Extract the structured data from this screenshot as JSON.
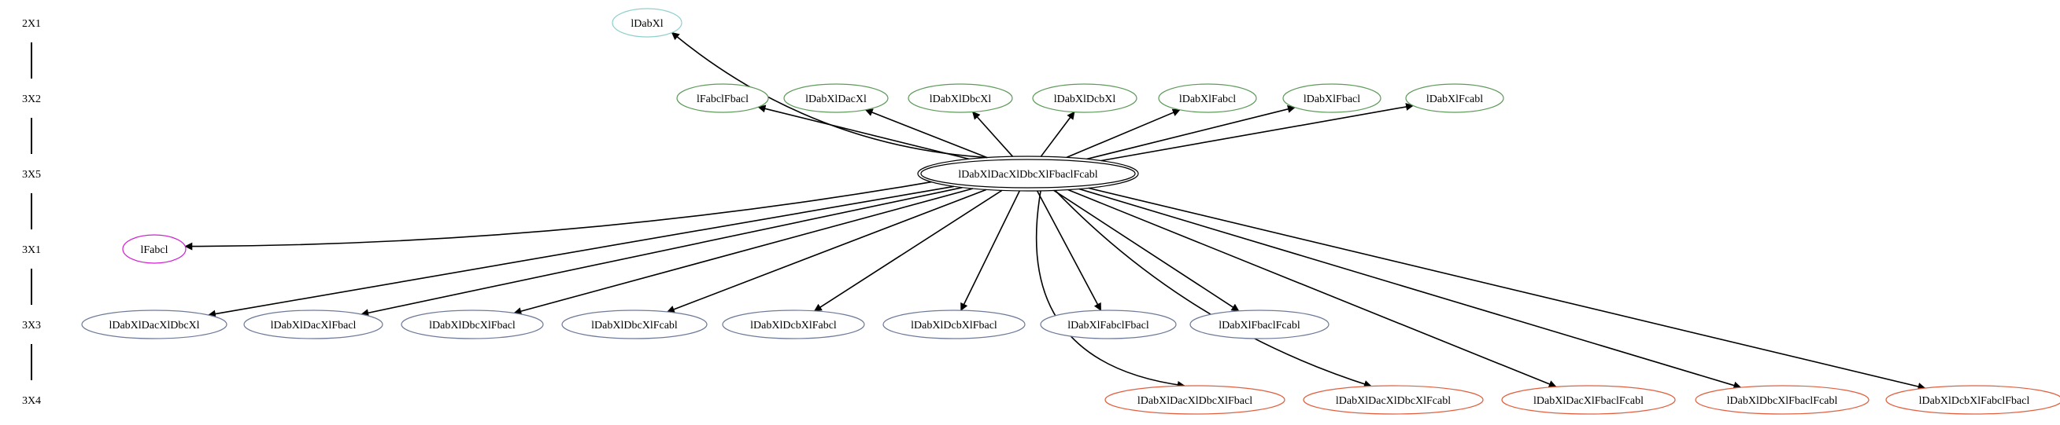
{
  "colors": {
    "teal": "#8fd0cc",
    "green": "#5e9a5a",
    "black": "#000000",
    "magenta": "#d020d0",
    "slate": "#6d7a98",
    "coral": "#e06040"
  },
  "ranks": [
    {
      "id": "r0",
      "label": "2X1"
    },
    {
      "id": "r1",
      "label": "3X2"
    },
    {
      "id": "r2",
      "label": "3X5"
    },
    {
      "id": "r3",
      "label": "3X1"
    },
    {
      "id": "r4",
      "label": "3X3"
    },
    {
      "id": "r5",
      "label": "3X4"
    }
  ],
  "nodes": [
    {
      "id": "n_dabx",
      "label": "lDabXl",
      "rank": 0,
      "color": "teal"
    },
    {
      "id": "n_fabcl_fbacl",
      "label": "lFabclFbacl",
      "rank": 1,
      "color": "green"
    },
    {
      "id": "n_dabx_dacx",
      "label": "lDabXlDacXl",
      "rank": 1,
      "color": "green"
    },
    {
      "id": "n_dabx_dbcx",
      "label": "lDabXlDbcXl",
      "rank": 1,
      "color": "green"
    },
    {
      "id": "n_dabx_dcbx",
      "label": "lDabXlDcbXl",
      "rank": 1,
      "color": "green"
    },
    {
      "id": "n_dabx_fabcl",
      "label": "lDabXlFabcl",
      "rank": 1,
      "color": "green"
    },
    {
      "id": "n_dabx_fbacl",
      "label": "lDabXlFbacl",
      "rank": 1,
      "color": "green"
    },
    {
      "id": "n_dabx_fcabl",
      "label": "lDabXlFcabl",
      "rank": 1,
      "color": "green"
    },
    {
      "id": "n_center",
      "label": "lDabXlDacXlDbcXlFbaclFcabl",
      "rank": 2,
      "color": "black",
      "double": true
    },
    {
      "id": "n_fabcl",
      "label": "lFabcl",
      "rank": 3,
      "color": "magenta"
    },
    {
      "id": "n_dabx_dacx_dbcx",
      "label": "lDabXlDacXlDbcXl",
      "rank": 4,
      "color": "slate"
    },
    {
      "id": "n_dabx_dacx_fbacl",
      "label": "lDabXlDacXlFbacl",
      "rank": 4,
      "color": "slate"
    },
    {
      "id": "n_dabx_dbcx_fbacl",
      "label": "lDabXlDbcXlFbacl",
      "rank": 4,
      "color": "slate"
    },
    {
      "id": "n_dabx_dbcx_fcabl",
      "label": "lDabXlDbcXlFcabl",
      "rank": 4,
      "color": "slate"
    },
    {
      "id": "n_dabx_dcbx_fabcl",
      "label": "lDabXlDcbXlFabcl",
      "rank": 4,
      "color": "slate"
    },
    {
      "id": "n_dabx_dcbx_fbacl",
      "label": "lDabXlDcbXlFbacl",
      "rank": 4,
      "color": "slate"
    },
    {
      "id": "n_dabx_fabcl_fbacl",
      "label": "lDabXlFabclFbacl",
      "rank": 4,
      "color": "slate"
    },
    {
      "id": "n_dabx_fbacl_fcabl",
      "label": "lDabXlFbaclFcabl",
      "rank": 4,
      "color": "slate"
    },
    {
      "id": "n_dabx_dacx_dbcx_fbacl",
      "label": "lDabXlDacXlDbcXlFbacl",
      "rank": 5,
      "color": "coral"
    },
    {
      "id": "n_dabx_dacx_dbcx_fcabl",
      "label": "lDabXlDacXlDbcXlFcabl",
      "rank": 5,
      "color": "coral"
    },
    {
      "id": "n_dabx_dacx_fbacl_fcabl",
      "label": "lDabXlDacXlFbaclFcabl",
      "rank": 5,
      "color": "coral"
    },
    {
      "id": "n_dabx_dbcx_fbacl_fcabl",
      "label": "lDabXlDbcXlFbaclFcabl",
      "rank": 5,
      "color": "coral"
    },
    {
      "id": "n_dabx_dcbx_fabcl_fbacl",
      "label": "lDabXlDcbXlFabclFbacl",
      "rank": 5,
      "color": "coral"
    }
  ],
  "edges": [
    {
      "from": "n_center",
      "to": "n_dabx"
    },
    {
      "from": "n_center",
      "to": "n_fabcl_fbacl"
    },
    {
      "from": "n_center",
      "to": "n_dabx_dacx"
    },
    {
      "from": "n_center",
      "to": "n_dabx_dbcx"
    },
    {
      "from": "n_center",
      "to": "n_dabx_dcbx"
    },
    {
      "from": "n_center",
      "to": "n_dabx_fabcl"
    },
    {
      "from": "n_center",
      "to": "n_dabx_fbacl"
    },
    {
      "from": "n_center",
      "to": "n_dabx_fcabl"
    },
    {
      "from": "n_center",
      "to": "n_fabcl"
    },
    {
      "from": "n_center",
      "to": "n_dabx_dacx_dbcx"
    },
    {
      "from": "n_center",
      "to": "n_dabx_dacx_fbacl"
    },
    {
      "from": "n_center",
      "to": "n_dabx_dbcx_fbacl"
    },
    {
      "from": "n_center",
      "to": "n_dabx_dbcx_fcabl"
    },
    {
      "from": "n_center",
      "to": "n_dabx_dcbx_fabcl"
    },
    {
      "from": "n_center",
      "to": "n_dabx_dcbx_fbacl"
    },
    {
      "from": "n_center",
      "to": "n_dabx_fabcl_fbacl"
    },
    {
      "from": "n_center",
      "to": "n_dabx_fbacl_fcabl"
    },
    {
      "from": "n_center",
      "to": "n_dabx_dacx_dbcx_fbacl"
    },
    {
      "from": "n_center",
      "to": "n_dabx_dacx_dbcx_fcabl"
    },
    {
      "from": "n_center",
      "to": "n_dabx_dacx_fbacl_fcabl"
    },
    {
      "from": "n_center",
      "to": "n_dabx_dbcx_fbacl_fcabl"
    },
    {
      "from": "n_center",
      "to": "n_dabx_dcbx_fabcl_fbacl"
    }
  ]
}
